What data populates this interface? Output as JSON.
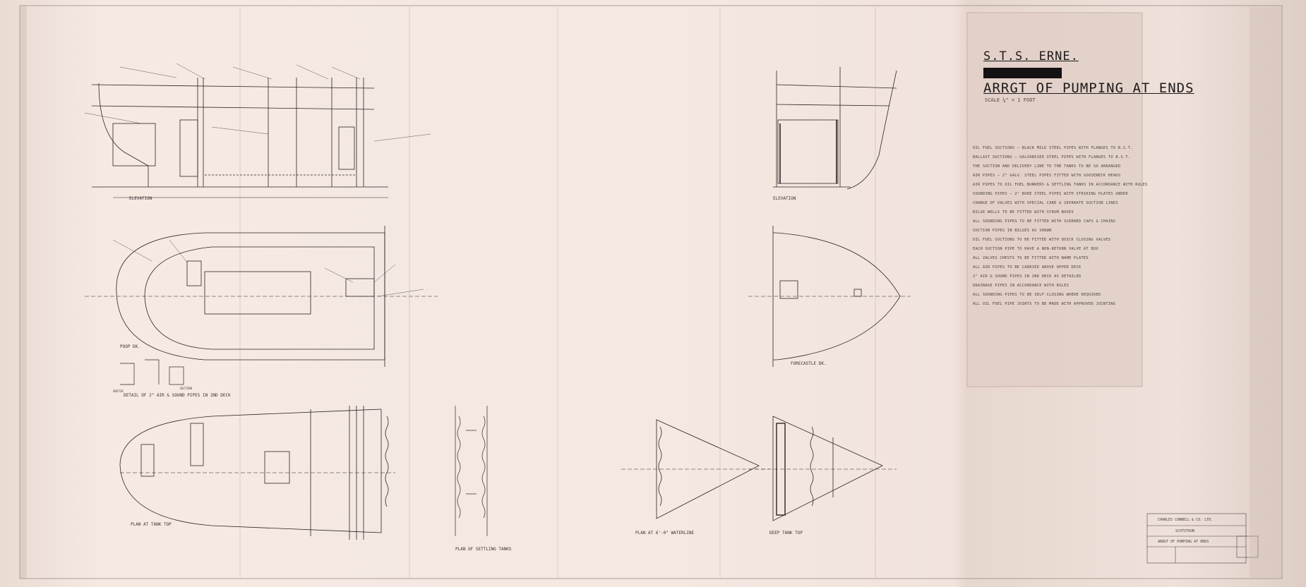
{
  "title": {
    "ship": "S.T.S. ERNE.",
    "drawing": "ARRGT OF PUMPING AT ENDS",
    "scale": "SCALE ¼\" = 1 FOOT"
  },
  "views": {
    "elevation_aft": "ELEVATION",
    "elevation_fwd": "ELEVATION",
    "poop_deck": "POOP DK.",
    "forecastle_deck": "FORECASTLE DK.",
    "detail_caption": "DETAIL OF 2\" AIR & SOUND PIPES IN 2ND DECK",
    "plan_tank_top": "PLAN AT TANK TOP",
    "plan_settling": "PLAN OF SETTLING TANKS",
    "plan_waterline": "PLAN AT 6'-0\" WATERLINE",
    "deep_tank_top": "DEEP TANK TOP",
    "sketch": "SKETCH",
    "section": "SECTION"
  },
  "notes": [
    "OIL FUEL SUCTIONS — BLACK MILD STEEL PIPES WITH FLANGES TO B.S.T.",
    "BALLAST SUCTIONS — GALVANISED STEEL PIPES WITH FLANGES TO B.S.T.",
    "THE SUCTION AND DELIVERY LINE TO THE TANKS TO BE SO ARRANGED",
    "AIR PIPES — 2\" GALV. STEEL PIPES FITTED WITH GOOSENECK HEADS",
    "AIR PIPES TO OIL FUEL BUNKERS & SETTLING TANKS IN ACCORDANCE WITH RULES",
    "SOUNDING PIPES — 2\" BORE STEEL PIPES WITH STRIKING PLATES UNDER",
    "CHANGE OF VALVES WITH SPECIAL CARE & SEPARATE SUCTION LINES",
    "BILGE WELLS TO BE FITTED WITH STRUM BOXES",
    "ALL SOUNDING PIPES TO BE FITTED WITH SCREWED CAPS & CHAINS",
    "SUCTION PIPES IN BILGES AS SHOWN",
    "OIL FUEL SUCTIONS TO BE FITTED WITH QUICK CLOSING VALVES",
    "EACH SUCTION PIPE TO HAVE A NON-RETURN VALVE AT BOX",
    "ALL VALVES CHESTS TO BE FITTED WITH NAME PLATES",
    "ALL AIR PIPES TO BE CARRIED ABOVE UPPER DECK",
    "2\" AIR & SOUND PIPES IN 2ND DECK AS DETAILED",
    "DRAINAGE PIPES IN ACCORDANCE WITH RULES",
    "ALL SOUNDING PIPES TO BE SELF-CLOSING WHERE REQUIRED",
    "ALL OIL FUEL PIPE JOINTS TO BE MADE WITH APPROVED JOINTING"
  ],
  "title_block": {
    "builder": "CHARLES CONNELL & CO. LTD.",
    "place": "SCOTSTOUN",
    "drawing_name": "ARRGT OF PUMPING AT ENDS"
  },
  "colors": {
    "paper": "#f3e6df",
    "ink": "#2a2424"
  }
}
